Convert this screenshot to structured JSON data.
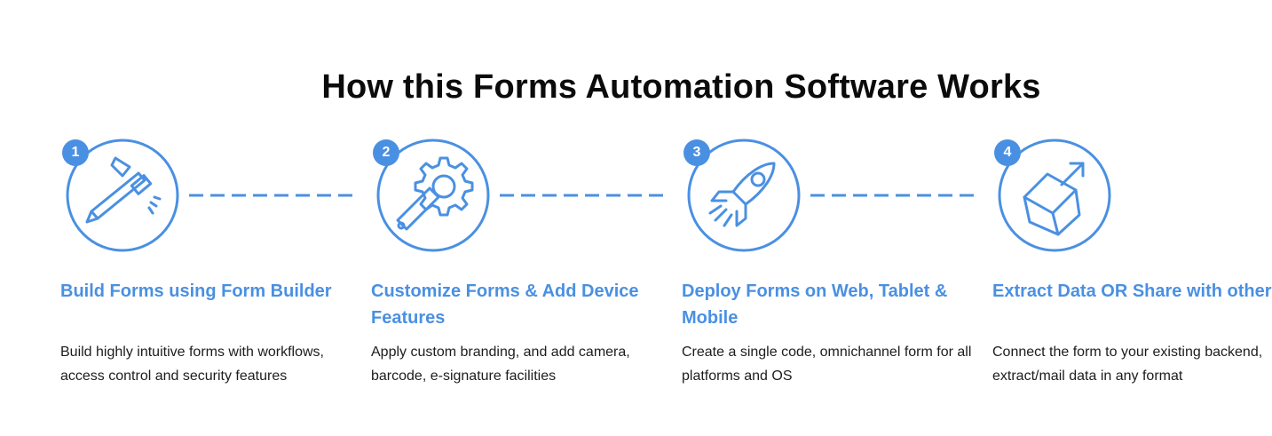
{
  "heading": "How this Forms Automation Software Works",
  "accent_color": "#4a90e2",
  "steps": [
    {
      "number": "1",
      "icon": "hammer-pencil-icon",
      "title": "Build Forms using Form Builder",
      "description": "Build highly intuitive forms with workflows, access control and security features"
    },
    {
      "number": "2",
      "icon": "gear-wrench-icon",
      "title": "Customize Forms & Add Device Features",
      "description": "Apply custom branding, and add camera, barcode, e-signature facilities"
    },
    {
      "number": "3",
      "icon": "rocket-icon",
      "title": "Deploy Forms on Web, Tablet & Mobile",
      "description": "Create a single code, omnichannel form for all platforms and OS"
    },
    {
      "number": "4",
      "icon": "box-export-icon",
      "title": "Extract Data OR Share with others",
      "description": "Connect the form to your existing backend, extract/mail data in any format"
    }
  ]
}
